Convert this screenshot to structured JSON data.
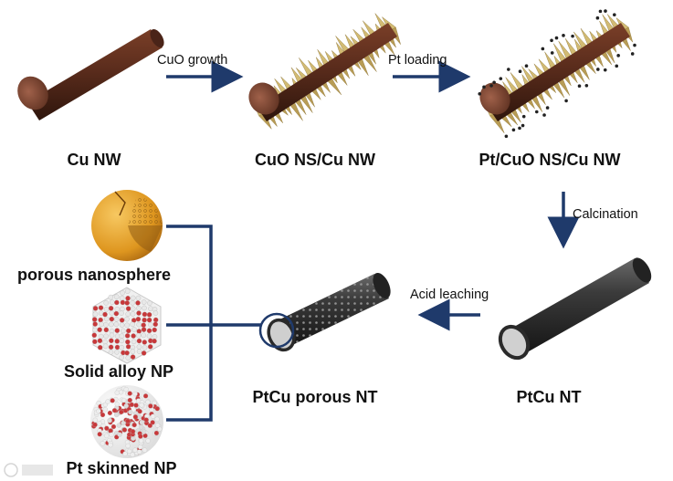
{
  "stages": {
    "cu_nw": "Cu NW",
    "cuo_ns_cu_nw": "CuO NS/Cu NW",
    "pt_cuo_ns_cu_nw": "Pt/CuO NS/Cu NW",
    "ptcu_nt": "PtCu NT",
    "ptcu_porous_nt": "PtCu porous NT"
  },
  "steps": {
    "cuo_growth": "CuO growth",
    "pt_loading": "Pt loading",
    "calcination": "Calcination",
    "acid_leaching": "Acid leaching"
  },
  "nanostructures": [
    {
      "label": "porous nanosphere"
    },
    {
      "label": "Solid alloy NP"
    },
    {
      "label": "Pt skinned NP"
    }
  ],
  "colors": {
    "arrow": "#1f3a6b",
    "copper": "#5a2c1c",
    "spike": "#c9b16a",
    "tube": "#3a3a3a",
    "sphere_gold": "#e6a22a",
    "particle_red": "#c8383a"
  }
}
